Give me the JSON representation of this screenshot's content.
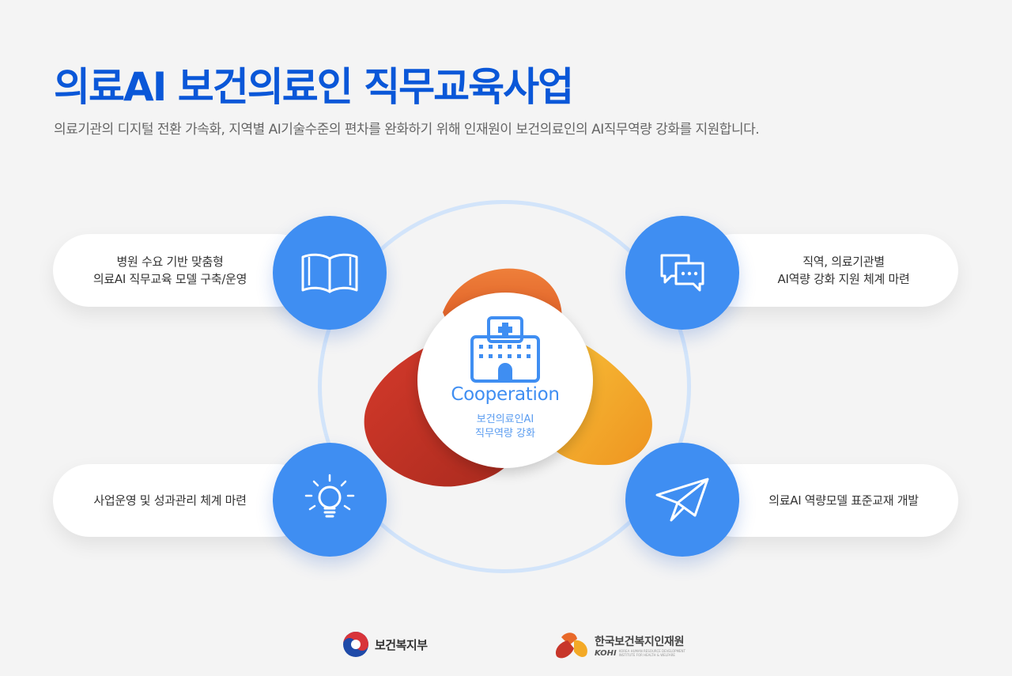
{
  "header": {
    "title": "의료AI 보건의료인 직무교육사업",
    "subtitle": "의료기관의 디지털 전환 가속화, 지역별 AI기술수준의 편차를 완화하기 위해 인재원이 보건의료인의 AI직무역량 강화를 지원합니다."
  },
  "center": {
    "icon": "hospital-icon",
    "title": "Cooperation",
    "subtitle": "보건의료인AI\n직무역량 강화"
  },
  "items": [
    {
      "text": "병원 수요 기반 맞춤형\n의료AI 직무교육 모델 구축/운영",
      "icon": "open-book-icon"
    },
    {
      "text": "직역, 의료기관별\nAI역량 강화 지원 체계 마련",
      "icon": "chat-bubbles-icon"
    },
    {
      "text": "사업운영 및 성과관리 체계 마련",
      "icon": "lightbulb-icon"
    },
    {
      "text": "의료AI 역량모델 표준교재 개발",
      "icon": "paper-plane-icon"
    }
  ],
  "footer": {
    "mohw_name": "보건복지부",
    "kohi_name": "한국보건복지인재원",
    "kohi_abbr": "KOHI",
    "kohi_english": "KOREA HUMAN RESOURCE DEVELOPMENT INSTITUTE FOR HEALTH & WELFARE"
  },
  "colors": {
    "title_blue": "#0a57d8",
    "icon_blue": "#3f8ef2",
    "ring": "#d2e4fa",
    "blob_orange": "#e8692a",
    "blob_yellow": "#f3a926",
    "blob_red": "#c7362a"
  }
}
